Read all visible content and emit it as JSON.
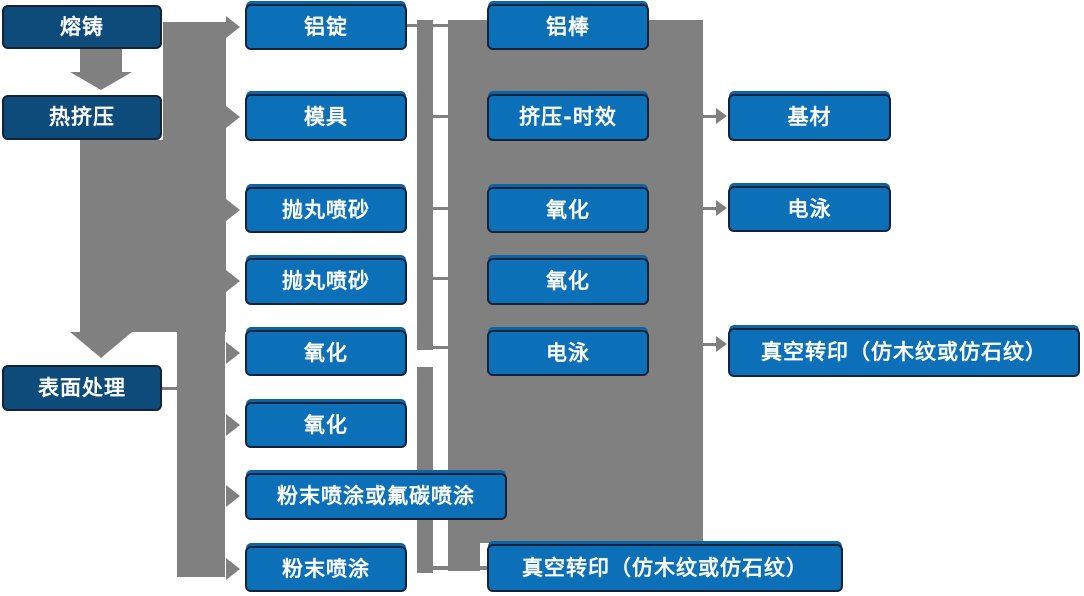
{
  "diagram": {
    "type": "flowchart",
    "colors": {
      "stage_box": "#0d4b7b",
      "process_box": "#0c70b8",
      "connector_gray": "#808080",
      "box_border": "#152238",
      "text": "#ffffff"
    },
    "nodes": {
      "rongzhu": {
        "label": "熔铸"
      },
      "rejiya": {
        "label": "热挤压"
      },
      "biaomianchuli": {
        "label": "表面处理"
      },
      "luding": {
        "label": "铝锭"
      },
      "muju": {
        "label": "模具"
      },
      "paowan1": {
        "label": "抛丸喷砂"
      },
      "paowan2": {
        "label": "抛丸喷砂"
      },
      "yanghua1": {
        "label": "氧化"
      },
      "yanghua2": {
        "label": "氧化"
      },
      "fenmo_fluor": {
        "label": "粉末喷涂或氟碳喷涂"
      },
      "fenmo": {
        "label": "粉末喷涂"
      },
      "lubang": {
        "label": "铝棒"
      },
      "jiya_shixiao": {
        "label": "挤压-时效"
      },
      "yanghua3": {
        "label": "氧化"
      },
      "yanghua4": {
        "label": "氧化"
      },
      "dianyong1": {
        "label": "电泳"
      },
      "zhenkong_bottom": {
        "label": "真空转印（仿木纹或仿石纹）"
      },
      "jicai": {
        "label": "基材"
      },
      "dianyong2": {
        "label": "电泳"
      },
      "zhenkong_right": {
        "label": "真空转印（仿木纹或仿石纹）"
      }
    },
    "edges": [
      {
        "from": "rongzhu",
        "to": "rejiya",
        "style": "thick-down-arrow"
      },
      {
        "from": "rejiya",
        "to": "biaomianchuli",
        "style": "thick-down-arrow"
      },
      {
        "from": "rongzhu",
        "to": "luding",
        "style": "trunk-right-arrow"
      },
      {
        "from": "rejiya",
        "to": "muju",
        "style": "trunk-right-arrow"
      },
      {
        "from": "rejiya",
        "to": "paowan1",
        "style": "trunk-right-arrow"
      },
      {
        "from": "rejiya",
        "to": "paowan2",
        "style": "trunk-right-arrow"
      },
      {
        "from": "biaomianchuli",
        "to": "yanghua1",
        "style": "trunk-right-arrow"
      },
      {
        "from": "biaomianchuli",
        "to": "yanghua2",
        "style": "trunk-right-arrow"
      },
      {
        "from": "biaomianchuli",
        "to": "fenmo_fluor",
        "style": "trunk-right-arrow"
      },
      {
        "from": "biaomianchuli",
        "to": "fenmo",
        "style": "trunk-right-arrow"
      },
      {
        "from": "luding",
        "to": "lubang",
        "style": "bus-line"
      },
      {
        "from": "muju",
        "to": "jiya_shixiao",
        "style": "bus-line"
      },
      {
        "from": "paowan1",
        "to": "yanghua3",
        "style": "bus-line"
      },
      {
        "from": "paowan2",
        "to": "yanghua4",
        "style": "bus-line"
      },
      {
        "from": "yanghua1",
        "to": "dianyong1",
        "style": "bus-line"
      },
      {
        "from": "fenmo",
        "to": "zhenkong_bottom",
        "style": "bus-line"
      },
      {
        "from": "jiya_shixiao",
        "to": "jicai",
        "style": "thin-right-arrow"
      },
      {
        "from": "yanghua3",
        "to": "dianyong2",
        "style": "thin-right-arrow"
      },
      {
        "from": "dianyong1",
        "to": "zhenkong_right",
        "style": "thin-right-arrow"
      }
    ]
  }
}
